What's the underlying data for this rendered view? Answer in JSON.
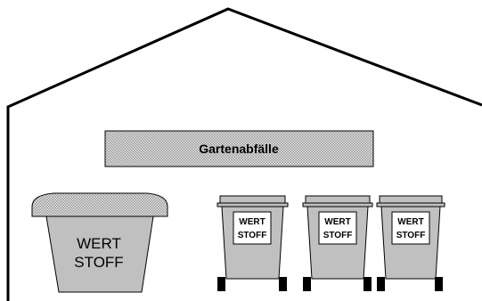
{
  "banner": {
    "label": "Gartenabfälle"
  },
  "tub": {
    "line1": "WERT",
    "line2": "STOFF"
  },
  "bins": [
    {
      "line1": "WERT",
      "line2": "STOFF"
    },
    {
      "line1": "WERT",
      "line2": "STOFF"
    },
    {
      "line1": "WERT",
      "line2": "STOFF"
    }
  ],
  "colors": {
    "outline": "#000000",
    "container_gray": "#c0c0c0",
    "hatch_gray": "#b8b8b8",
    "background": "#ffffff"
  }
}
